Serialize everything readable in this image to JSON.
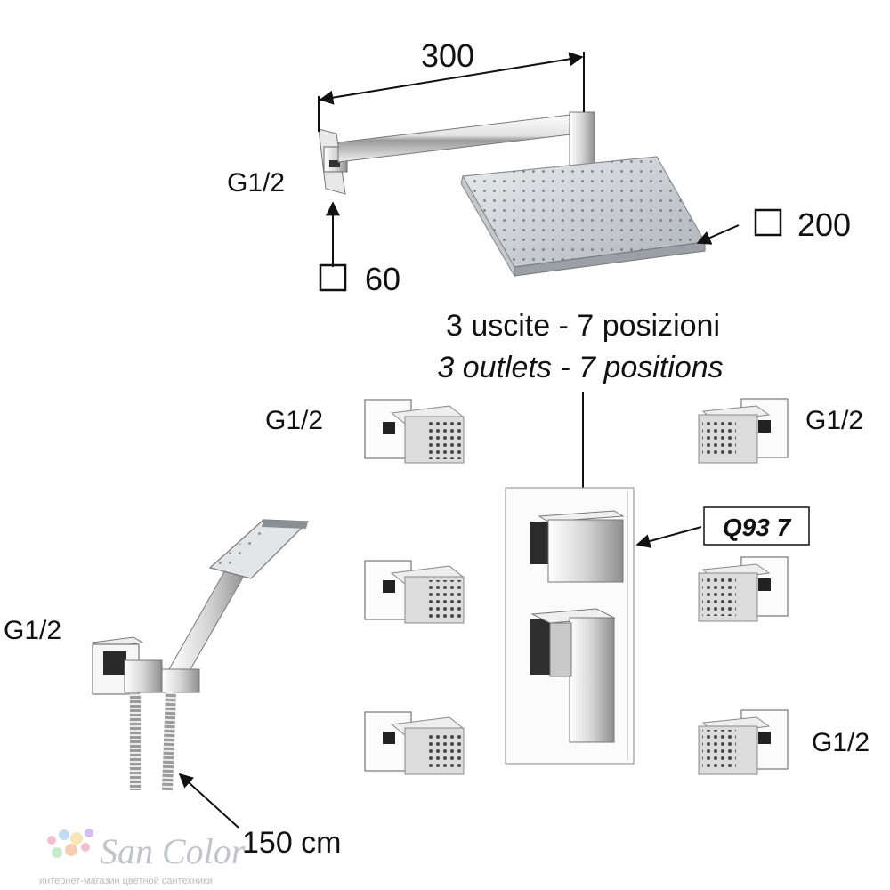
{
  "dimensions": {
    "arm_length": "300",
    "flange_square_symbol": "□",
    "flange_size": "60",
    "head_square_symbol": "□",
    "head_size": "200",
    "hose_length": "150 cm"
  },
  "connections": {
    "arm": "G1/2",
    "jet_top_left": "G1/2",
    "jet_top_right": "G1/2",
    "jet_bottom_right": "G1/2",
    "hand_shower": "G1/2"
  },
  "description": {
    "italian": "3 uscite - 7 posizioni",
    "english": "3 outlets - 7 positions"
  },
  "product_code": "Q93 7",
  "watermark": {
    "brand": "San Color",
    "tagline": "интернет-магазин цветной сантехники",
    "dot_colors": [
      "#f2b3c8",
      "#b8d8f2",
      "#f6e2a6",
      "#c9b6ee",
      "#bfe8c4",
      "#f7c6a8"
    ]
  },
  "colors": {
    "chrome_light": "#f3f3f3",
    "chrome_mid": "#c8c8c8",
    "chrome_dark": "#5a5a5a",
    "line": "#111111"
  }
}
